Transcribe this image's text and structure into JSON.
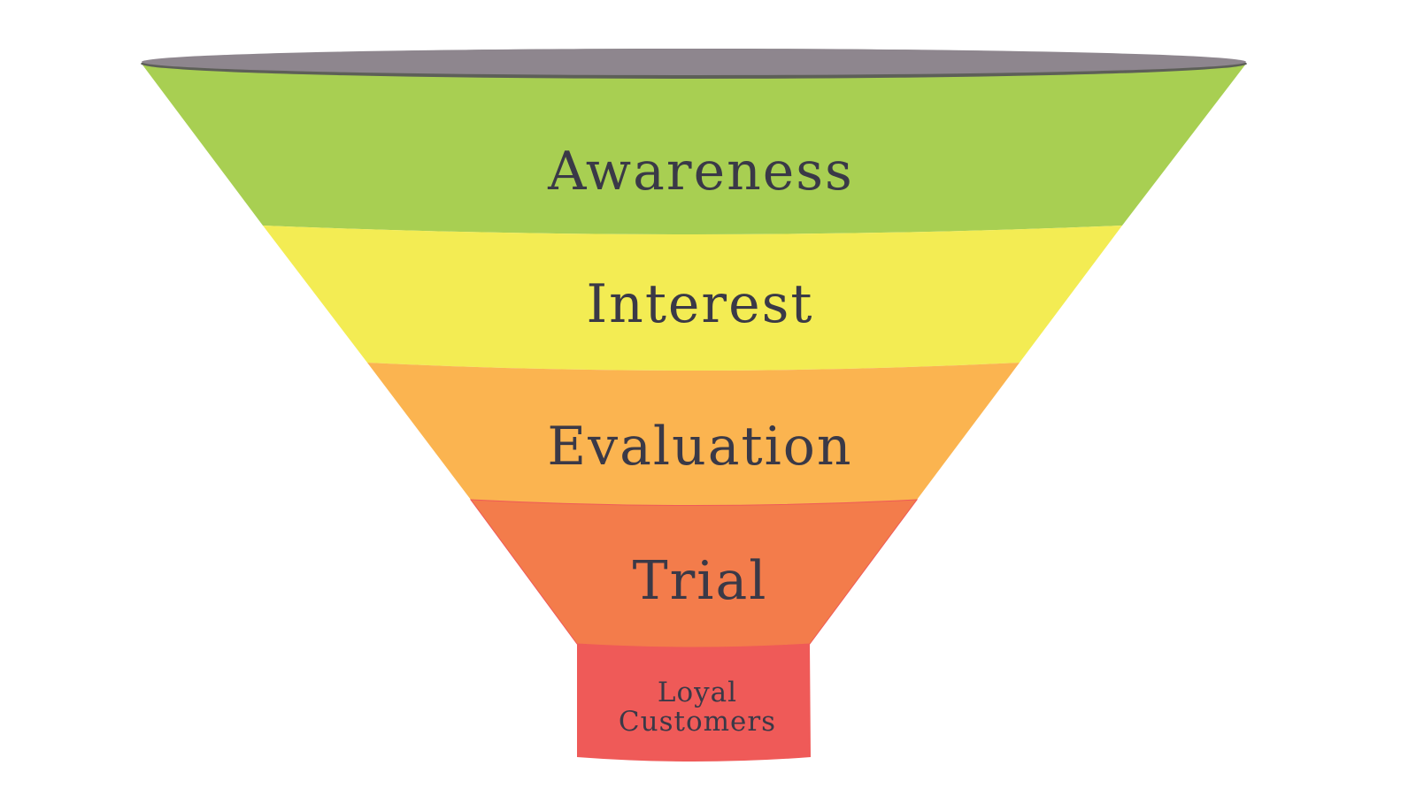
{
  "funnel": {
    "stages": [
      {
        "label": "Awareness",
        "color": "#a8cf52"
      },
      {
        "label": "Interest",
        "color": "#f3ec53"
      },
      {
        "label": "Evaluation",
        "color": "#fbb450"
      },
      {
        "label": "Trial",
        "color": "#f37c4b"
      }
    ],
    "bottom": {
      "line1": "Loyal",
      "line2": "Customers",
      "color": "#ef5a58"
    },
    "rim_color": "#8e868e"
  }
}
